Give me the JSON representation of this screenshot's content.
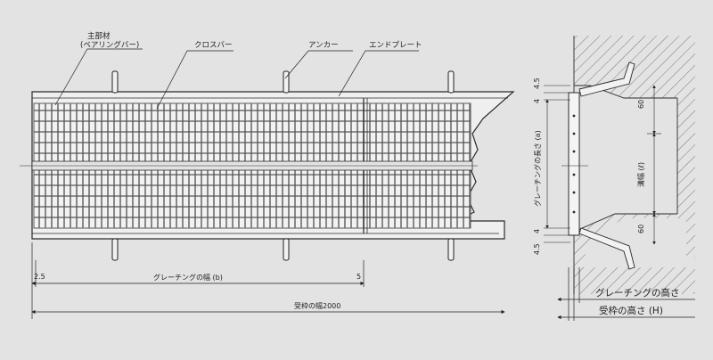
{
  "labels": {
    "main_bar_line1": "主部材",
    "main_bar_line2": "(ベアリングバー)",
    "cross_bar": "クロスバー",
    "anchor": "アンカー",
    "end_plate": "エンドプレート"
  },
  "dimensions": {
    "margin_left": "2.5",
    "margin_right": "5",
    "grating_width": "グレーチングの幅 (b)",
    "frame_width": "受枠の幅2000",
    "grating_length": "グレーチングの長さ (a)",
    "top_offset": "4.5",
    "top_inner": "4",
    "bottom_inner": "4",
    "bottom_offset": "4.5",
    "top_anchor": "60",
    "bottom_anchor": "60",
    "groove_width": "溝幅 (ℓ)",
    "grating_height": "グレーチングの高さ",
    "frame_height": "受枠の高さ (H)"
  },
  "colors": {
    "background": "#e3e3e3",
    "line": "#2a2a2a",
    "grating_fill": "#f2f2f2",
    "grid_stroke": "#6e6e6e",
    "hatch": "#777777"
  }
}
